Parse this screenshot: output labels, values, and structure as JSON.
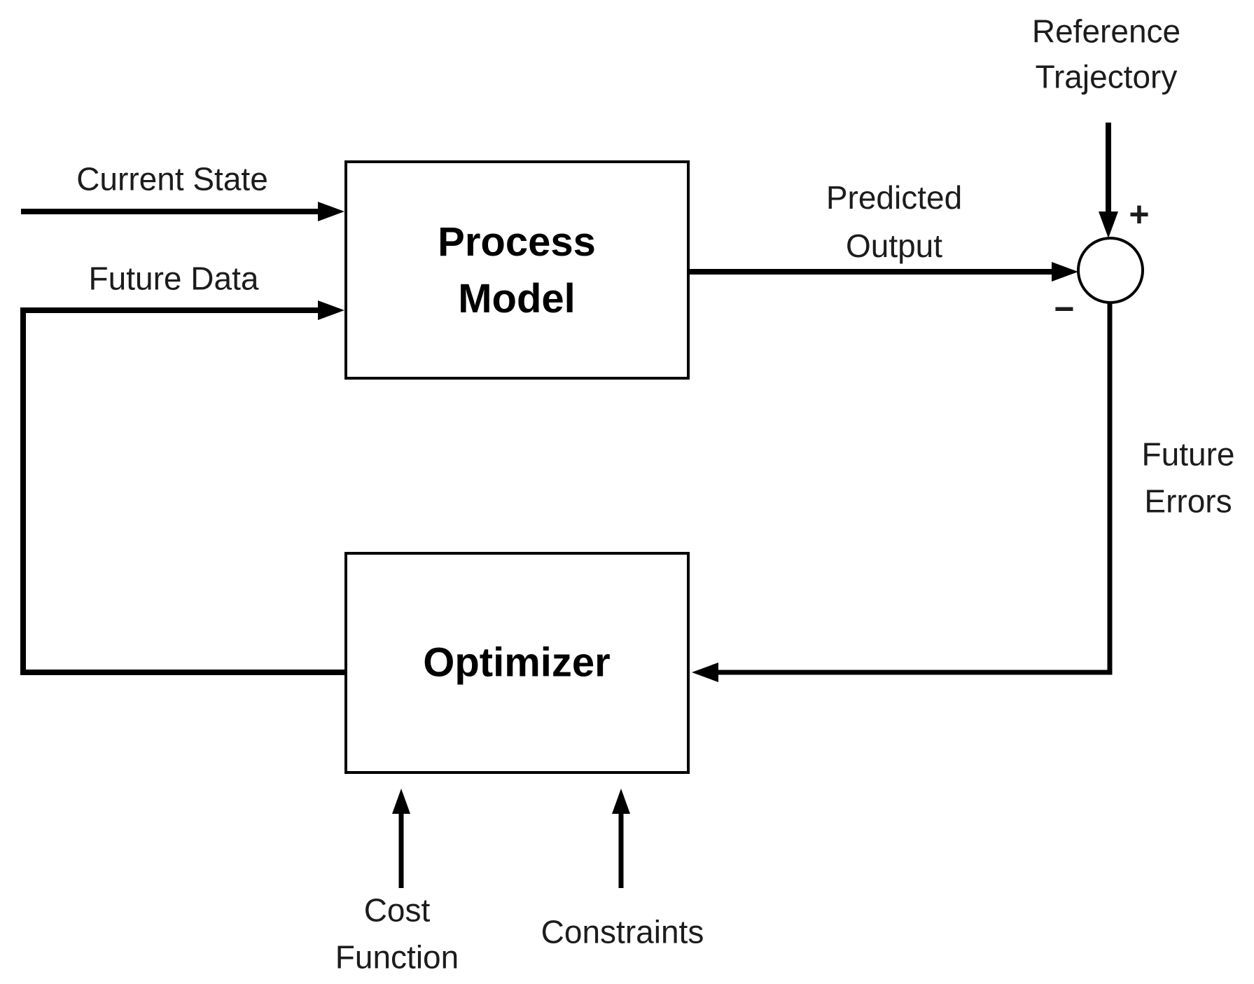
{
  "nodes": {
    "process_model": "Process\nModel",
    "optimizer": "Optimizer"
  },
  "labels": {
    "current_state": "Current State",
    "future_data": "Future Data",
    "predicted_output": "Predicted\nOutput",
    "reference_trajectory": "Reference\nTrajectory",
    "future_errors": "Future\nErrors",
    "cost_function": "Cost\nFunction",
    "constraints": "Constraints",
    "plus_sign": "+",
    "minus_sign": "−"
  },
  "edges": [
    {
      "from": "current-state-input",
      "to": "process-model",
      "label": "Current State"
    },
    {
      "from": "optimizer",
      "to": "process-model",
      "label": "Future Data"
    },
    {
      "from": "process-model",
      "to": "summing-junction",
      "label": "Predicted Output",
      "sign": "−"
    },
    {
      "from": "reference-trajectory-input",
      "to": "summing-junction",
      "label": "Reference Trajectory",
      "sign": "+"
    },
    {
      "from": "summing-junction",
      "to": "optimizer",
      "label": "Future Errors"
    },
    {
      "from": "cost-function-input",
      "to": "optimizer",
      "label": "Cost Function"
    },
    {
      "from": "constraints-input",
      "to": "optimizer",
      "label": "Constraints"
    }
  ],
  "colors": {
    "stroke": "#000000",
    "label_text": "#1c1c1c",
    "title_text": "#000000",
    "background": "#ffffff"
  }
}
